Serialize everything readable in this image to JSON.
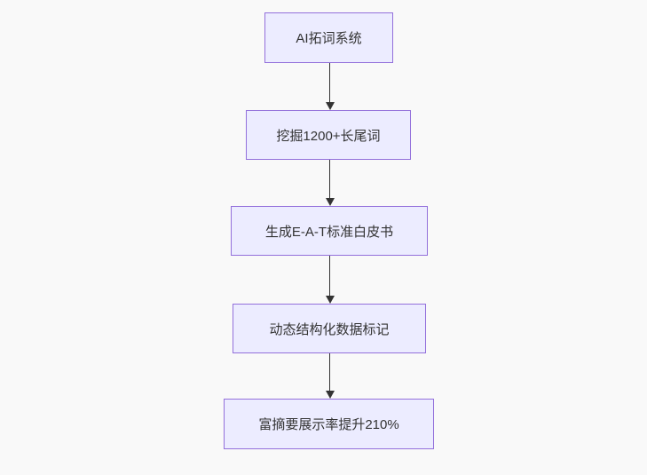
{
  "diagram": {
    "type": "flowchart-top-down",
    "background_color": "#f9f9f9",
    "node_fill_color": "#ECECFF",
    "node_border_color": "#9370DB",
    "node_text_color": "#333333",
    "arrow_color": "#333333",
    "nodes": [
      {
        "id": "n1",
        "label": "AI拓词系统"
      },
      {
        "id": "n2",
        "label": "挖掘1200+长尾词"
      },
      {
        "id": "n3",
        "label": "生成E-A-T标准白皮书"
      },
      {
        "id": "n4",
        "label": "动态结构化数据标记"
      },
      {
        "id": "n5",
        "label": "富摘要展示率提升210%"
      }
    ],
    "edges": [
      {
        "from": "n1",
        "to": "n2"
      },
      {
        "from": "n2",
        "to": "n3"
      },
      {
        "from": "n3",
        "to": "n4"
      },
      {
        "from": "n4",
        "to": "n5"
      }
    ]
  }
}
